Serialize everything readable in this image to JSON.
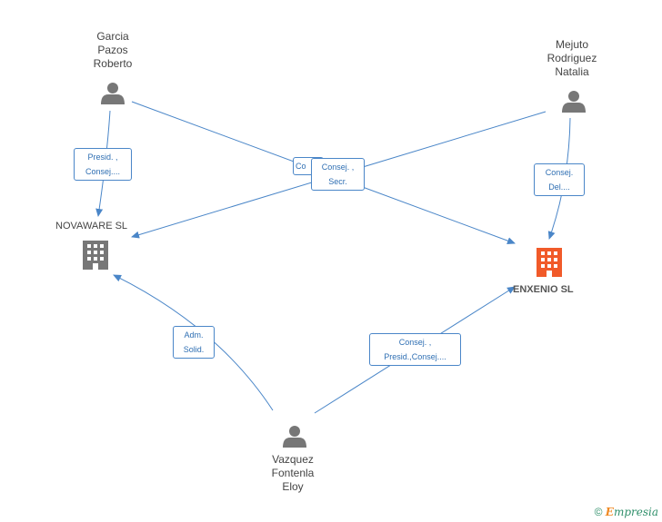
{
  "people": [
    {
      "id": "garcia",
      "lines": [
        "Garcia",
        "Pazos",
        "Roberto"
      ]
    },
    {
      "id": "mejuto",
      "lines": [
        "Mejuto",
        "Rodriguez",
        "Natalia"
      ]
    },
    {
      "id": "vazquez",
      "lines": [
        "Vazquez",
        "Fontenla",
        "Eloy"
      ]
    }
  ],
  "companies": [
    {
      "id": "novaware",
      "name": "NOVAWARE SL",
      "highlighted": false,
      "color": "#777777"
    },
    {
      "id": "enxenio",
      "name": "ENXENIO SL",
      "highlighted": true,
      "color": "#f15a29"
    }
  ],
  "edge_labels": {
    "garcia_novaware": [
      "Presid. ,",
      "Consej...."
    ],
    "garcia_enxenio": [
      "Co"
    ],
    "mejuto_novaware": [
      "Consej. ,",
      "Secr."
    ],
    "mejuto_enxenio": [
      "Consej.",
      "Del...."
    ],
    "vazquez_novaware": [
      "Adm.",
      "Solid."
    ],
    "vazquez_enxenio": [
      "Consej. ,",
      "Presid.,Consej...."
    ]
  },
  "colors": {
    "edge": "#4a86c8",
    "person_icon": "#777777"
  },
  "watermark": {
    "symbol": "©",
    "brand_first": "E",
    "brand_rest": "mpresia"
  }
}
